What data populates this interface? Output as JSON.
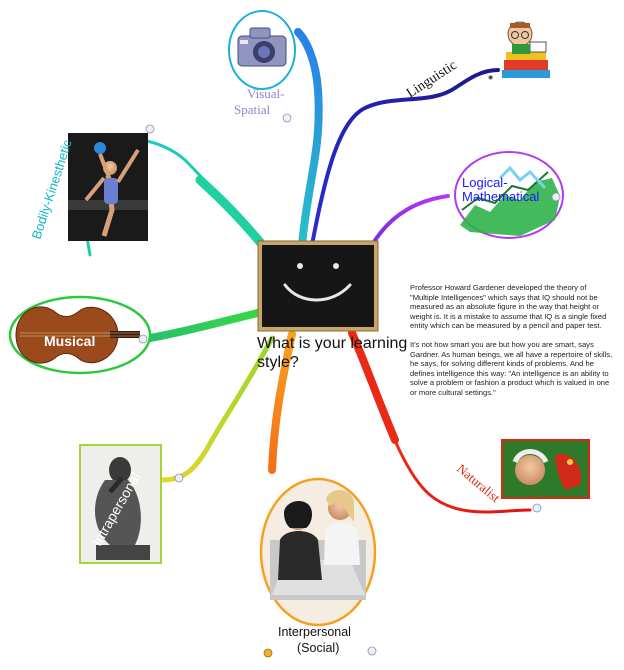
{
  "central": {
    "title": "What is your learning style?"
  },
  "branches": [
    {
      "id": "visual",
      "label": "Visual-Spatial",
      "color": "#8a86d0"
    },
    {
      "id": "linguistic",
      "label": "Linguistic",
      "color": "#111111"
    },
    {
      "id": "logical",
      "label": "Logical-Mathematical",
      "color": "#1a1aff"
    },
    {
      "id": "bodily",
      "label": "Bodily-Kinesthetic",
      "color": "#14b6c8"
    },
    {
      "id": "musical",
      "label": "Musical",
      "color": "#ffffff"
    },
    {
      "id": "intrapersonal",
      "label": "Intrapersonal",
      "color": "#ffffff"
    },
    {
      "id": "interpersonal",
      "label": "Interpersonal (Social)",
      "color": "#111111"
    },
    {
      "id": "naturalist",
      "label": "Naturalist",
      "color": "#d62b10"
    }
  ],
  "info": {
    "paragraph1": "Professor Howard Gardener developed the theory of \"Multiple Intelligences\" which says that IQ should not be measured as an absolute figure in the way that height or weight is. It is a mistake to assume that IQ is a single fixed entity which can be measured by a pencil and paper test.",
    "paragraph2": "It's not how smart you are but how you are smart, says Gardner. As human beings, we all have a repertoire of skills, he says, for solving different kinds of problems. And he defines intelligence this way: \"An intelligence is an ability to solve a problem or fashion a product which is valued in one or more cultural settings.\""
  }
}
